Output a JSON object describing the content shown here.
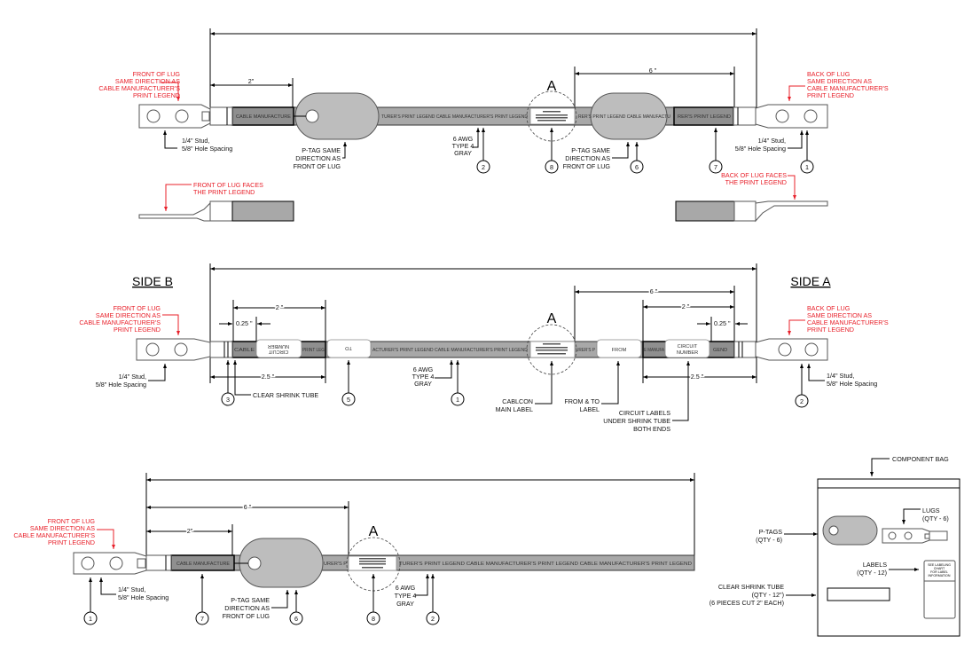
{
  "panel_top": {
    "front_lug_note": [
      "FRONT OF LUG",
      "SAME DIRECTION AS",
      "CABLE MANUFACTURER'S",
      "PRINT LEGEND"
    ],
    "back_lug_note": [
      "BACK OF LUG",
      "SAME DIRECTION AS",
      "CABLE MANUFACTURER'S",
      "PRINT LEGEND"
    ],
    "stud_note": [
      "1/4\" Stud,",
      "5/8\" Hole Spacing"
    ],
    "ptag_note": [
      "P-TAG SAME",
      "DIRECTION AS",
      "FRONT OF LUG"
    ],
    "wire_note": [
      "6 AWG",
      "TYPE 4",
      "GRAY"
    ],
    "dim_2": "2\"",
    "dim_6": "6 \"",
    "detail": "A",
    "legend_left": "CABLE MANUFACTURE",
    "legend_mid": "TURER'S PRINT LEGEND CABLE MANUFACTURER'S PRINT LEGEND",
    "legend_right1": "RER'S PRINT LEGEND CABLE MANUFACTU",
    "legend_right2": "RER'S PRINT LEGEND",
    "front_faces": [
      "FRONT OF LUG FACES",
      "THE PRINT LEGEND"
    ],
    "back_faces": [
      "BACK OF LUG FACES",
      "THE PRINT LEGEND"
    ],
    "callouts": [
      "2",
      "8",
      "6",
      "7",
      "1"
    ]
  },
  "panel_mid": {
    "side_b": "SIDE B",
    "side_a": "SIDE A",
    "front_lug_note": [
      "FRONT OF LUG",
      "SAME DIRECTION AS",
      "CABLE MANUFACTURER'S",
      "PRINT LEGEND"
    ],
    "back_lug_note": [
      "BACK OF LUG",
      "SAME DIRECTION AS",
      "CABLE MANUFACTURER'S",
      "PRINT LEGEND"
    ],
    "stud_note": [
      "1/4\" Stud,",
      "5/8\" Hole Spacing"
    ],
    "dim_2": "2 \"",
    "dim_025": "0.25 \"",
    "dim_25": "2.5 \"",
    "dim_6": "6 \"",
    "detail": "A",
    "circuit_label": [
      "CIRCUIT",
      "NUMBER"
    ],
    "to_label": "TO",
    "from_label": "FROM",
    "legend_cable": "CABLE",
    "legend_print": "PRINT LEG",
    "legend_mid": "ACTURER'S PRINT LEGEND CABLE MANUFACTURER'S PRINT LEGEND",
    "legend_r1": "URER'S P",
    "legend_r2": "E MANUFA",
    "legend_r3": "GEND",
    "clear_shrink": "CLEAR SHRINK TUBE",
    "wire_note": [
      "6 AWG",
      "TYPE 4",
      "GRAY"
    ],
    "main_label_note": [
      "CABLCON",
      "MAIN LABEL"
    ],
    "from_to_note": [
      "FROM & TO",
      "LABEL"
    ],
    "circuit_note": [
      "CIRCUIT LABELS",
      "UNDER SHRINK TUBE",
      "BOTH ENDS"
    ],
    "callouts": [
      "3",
      "5",
      "1",
      "2"
    ]
  },
  "panel_bot": {
    "front_lug_note": [
      "FRONT OF LUG",
      "SAME DIRECTION AS",
      "CABLE MANUFACTURER'S",
      "PRINT LEGEND"
    ],
    "stud_note": [
      "1/4\" Stud,",
      "5/8\" Hole Spacing"
    ],
    "ptag_note": [
      "P-TAG SAME",
      "DIRECTION AS",
      "FRONT OF LUG"
    ],
    "wire_note": [
      "6 AWG",
      "TYPE 4",
      "GRAY"
    ],
    "dim_2": "2\"",
    "dim_6": "6 \"",
    "detail": "A",
    "legend_left": "CABLE MANUFACTURE",
    "legend_mid": "TURER'S PRINT LEGEND CABLE MANUFACTURER'S PRINT LEGEND CABLE MANUFACTURER'S PRINT LEGEND",
    "legend_a": "URER'S P",
    "callouts": [
      "1",
      "7",
      "6",
      "8",
      "2"
    ]
  },
  "bag": {
    "title": "COMPONENT BAG",
    "ptags": [
      "P-TAGS",
      "(QTY - 6)"
    ],
    "lugs": [
      "LUGS",
      "(QTY - 6)"
    ],
    "labels": [
      "LABELS",
      "(QTY - 12)"
    ],
    "shrink": [
      "CLEAR SHRINK TUBE",
      "(QTY - 12\")",
      "(6 PIECES CUT 2\" EACH)"
    ],
    "label_card": [
      "SEE LABELING",
      "CHART",
      "FOR LABEL",
      "INFORMATION"
    ]
  }
}
